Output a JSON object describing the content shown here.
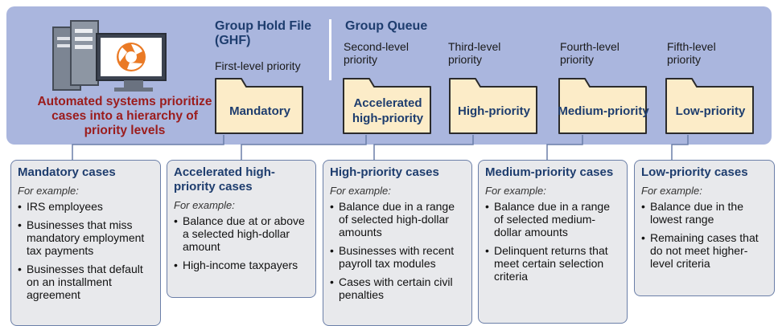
{
  "tagline": "Automated systems prioritize cases into a hierarchy of priority levels",
  "ghf": {
    "heading": "Group Hold File (GHF)",
    "level": "First-level priority",
    "folder": "Mandatory"
  },
  "queue": {
    "heading": "Group Queue",
    "levels": [
      {
        "level": "Second-level priority",
        "folder": "Accelerated high-priority"
      },
      {
        "level": "Third-level priority",
        "folder": "High-priority"
      },
      {
        "level": "Fourth-level priority",
        "folder": "Medium-priority"
      },
      {
        "level": "Fifth-level priority",
        "folder": "Low-priority"
      }
    ]
  },
  "example_label": "For example:",
  "cards": [
    {
      "title": "Mandatory cases",
      "items": [
        "IRS employees",
        "Businesses that miss mandatory employment tax payments",
        "Businesses that default on an installment agreement"
      ]
    },
    {
      "title": "Accelerated high-priority cases",
      "items": [
        "Balance due at or above a selected high-dollar amount",
        "High-income taxpayers"
      ]
    },
    {
      "title": "High-priority cases",
      "items": [
        "Balance due in a range of selected high-dollar amounts",
        "Businesses with recent payroll tax modules",
        "Cases with certain civil penalties"
      ]
    },
    {
      "title": "Medium-priority cases",
      "items": [
        "Balance due in a range of selected medium-dollar amounts",
        "Delinquent returns that meet certain selection criteria"
      ]
    },
    {
      "title": "Low-priority cases",
      "items": [
        "Balance due in the lowest range",
        "Remaining cases that do not meet higher-level criteria"
      ]
    }
  ],
  "colors": {
    "band": "#aab6de",
    "folder": "#fcecc8",
    "heading": "#1e3d6e",
    "tagline": "#9b1c1c",
    "card": "#e8e9ec"
  }
}
